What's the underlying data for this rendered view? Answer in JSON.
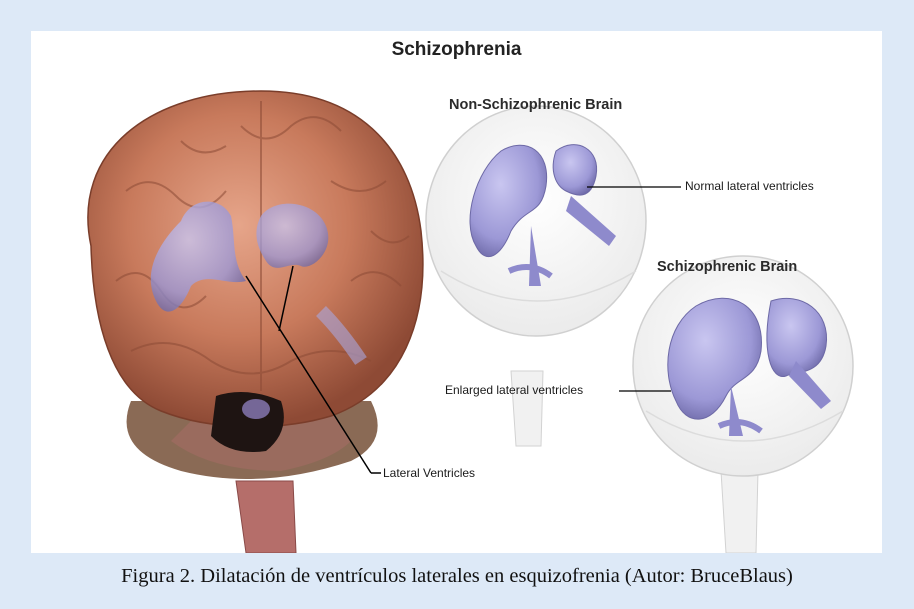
{
  "figure": {
    "title": "Schizophrenia",
    "panel_normal_title": "Non-Schizophrenic Brain",
    "panel_schizo_title": "Schizophrenic Brain",
    "label_normal": "Normal lateral ventricles",
    "label_enlarged": "Enlarged lateral ventricles",
    "label_lateral": "Lateral Ventricles"
  },
  "caption": "Figura 2. Dilatación de ventrículos laterales en esquizofrenia (Autor: BruceBlaus)",
  "colors": {
    "page_background": "#dde9f7",
    "brain_tissue": "#c97a5f",
    "ventricles": "#9c9ad8",
    "outline_brain": "#cfcfcf"
  }
}
